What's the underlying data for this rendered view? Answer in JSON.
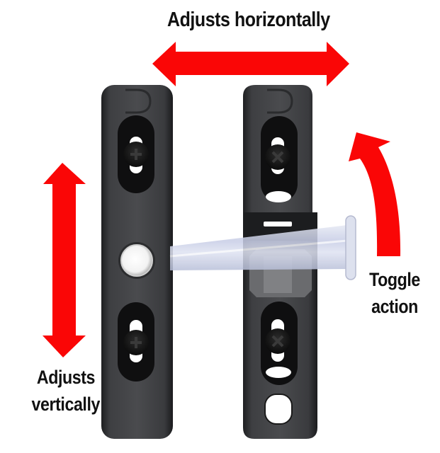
{
  "image": {
    "subject": "window/door lock bracket with toggle pin",
    "background_color": "#ffffff",
    "arrow_color": "#fa0606",
    "bracket_color": "#3a3b3e",
    "text_color": "#111111"
  },
  "annotations": {
    "horizontal": {
      "label": "Adjusts horizontally",
      "icon": "double-arrow-horizontal-icon"
    },
    "vertical": {
      "label_line1": "Adjusts",
      "label_line2": "vertically",
      "icon": "double-arrow-vertical-icon"
    },
    "toggle": {
      "label_line1": "Toggle",
      "label_line2": "action",
      "icon": "curved-arrow-up-icon"
    }
  },
  "parts": {
    "left_bracket": {
      "logo": "D-logo",
      "screws": 2,
      "has_button": true
    },
    "right_bracket": {
      "logo": "D-logo",
      "screws": 2,
      "has_bottom_hole": true
    },
    "pin": {
      "material": "clear plastic"
    }
  }
}
